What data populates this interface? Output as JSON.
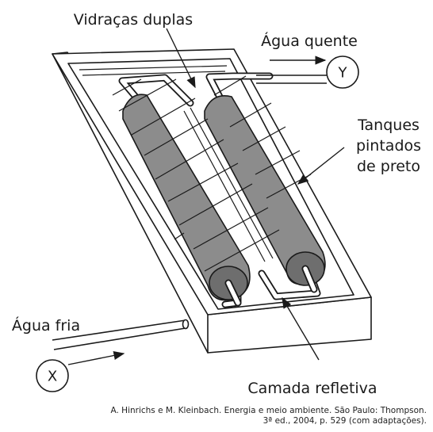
{
  "labels": {
    "vidracas": "Vidraças duplas",
    "agua_quente": "Água quente",
    "y": "Y",
    "tanques_line1": "Tanques",
    "tanques_line2": "pintados",
    "tanques_line3": "de preto",
    "agua_fria": "Água fria",
    "x": "X",
    "camada": "Camada refletiva"
  },
  "caption": {
    "line1": "A. Hinrichs e M. Kleinbach. Energia e meio ambiente. São Paulo: Thompson.",
    "line2": "3ª ed., 2004, p. 529 (com adaptações)."
  },
  "colors": {
    "tank_fill": "#8c8c8c",
    "tank_cap": "#6e6e6e",
    "stroke": "#1a1a1a"
  }
}
